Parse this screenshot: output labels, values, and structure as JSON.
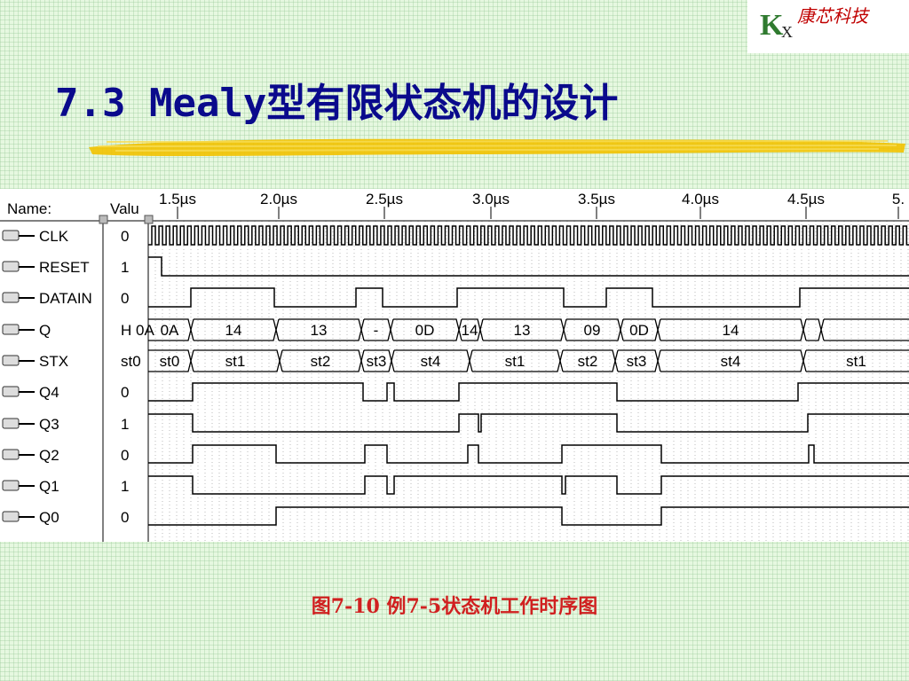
{
  "logo": {
    "mark": "K",
    "sub": "X",
    "company": "康芯科技"
  },
  "title": "7.3  Mealy型有限状态机的设计",
  "caption": "图7-10  例7-5状态机工作时序图",
  "colors": {
    "title": "#0a0a8c",
    "caption": "#d02020",
    "logo_k": "#2f7a2f",
    "logo_company": "#c00000",
    "brush": "#f2c200"
  },
  "waveform": {
    "header": {
      "name": "Name:",
      "value": "Valu"
    },
    "time_ticks": [
      "1.5µs",
      "2.0µs",
      "2.5µs",
      "3.0µs",
      "3.5µs",
      "4.0µs",
      "4.5µs",
      "5."
    ],
    "signals": [
      {
        "name": "CLK",
        "value": "0",
        "kind": "clock",
        "icon": "input-pin-icon"
      },
      {
        "name": "RESET",
        "value": "1",
        "kind": "bit",
        "icon": "input-pin-icon"
      },
      {
        "name": "DATAIN",
        "value": "0",
        "kind": "bit",
        "icon": "input-pin-icon"
      },
      {
        "name": "Q",
        "value": "H 0A",
        "kind": "bus",
        "icon": "bus-output-pin-icon"
      },
      {
        "name": "STX",
        "value": "st0",
        "kind": "bus",
        "icon": "state-machine-icon"
      },
      {
        "name": "Q4",
        "value": "0",
        "kind": "bit",
        "icon": "output-pin-icon"
      },
      {
        "name": "Q3",
        "value": "1",
        "kind": "bit",
        "icon": "output-pin-icon"
      },
      {
        "name": "Q2",
        "value": "0",
        "kind": "bit",
        "icon": "output-pin-icon"
      },
      {
        "name": "Q1",
        "value": "1",
        "kind": "bit",
        "icon": "output-pin-icon"
      },
      {
        "name": "Q0",
        "value": "0",
        "kind": "bit",
        "icon": "output-pin-icon"
      }
    ],
    "q_bus_values": [
      "0A",
      "14",
      "13",
      "-",
      "0D",
      "14",
      "13",
      "09",
      "0D",
      "14"
    ],
    "stx_bus_values": [
      "st0",
      "st1",
      "st2",
      "st3",
      "st4",
      "st1",
      "st2",
      "st3",
      "st4",
      "st1"
    ]
  }
}
